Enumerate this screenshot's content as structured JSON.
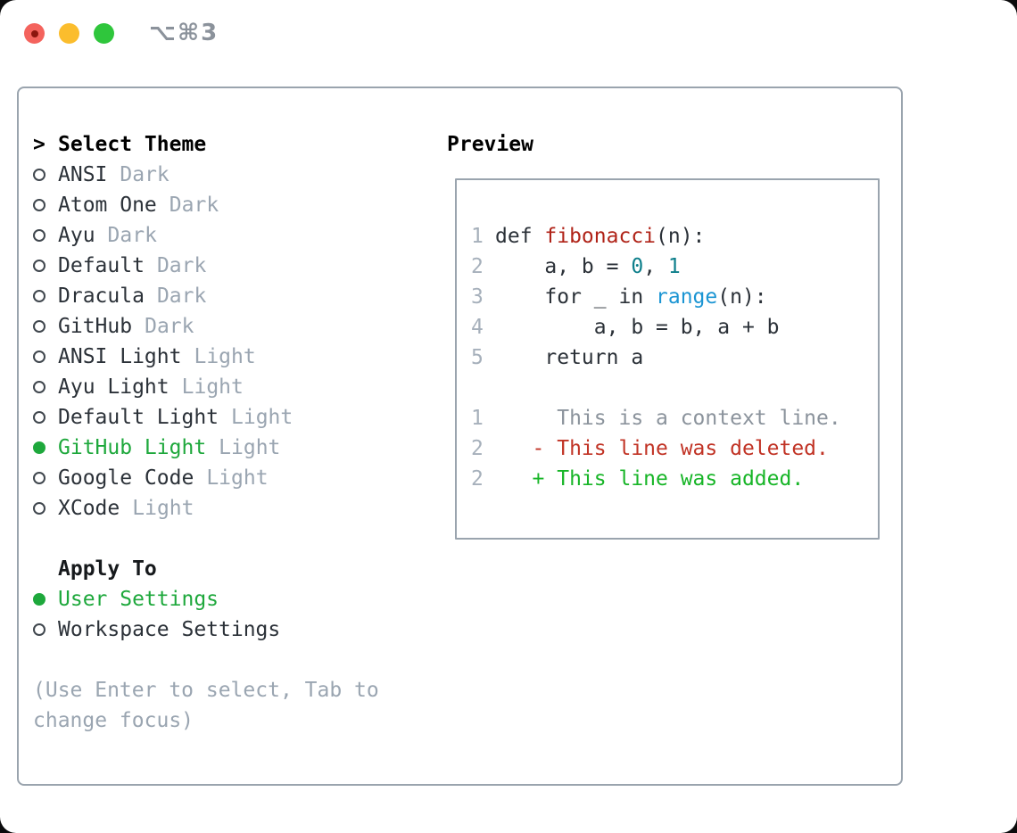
{
  "window": {
    "title": "⌥⌘3",
    "controls": [
      {
        "name": "close",
        "color": "#f4635d"
      },
      {
        "name": "minimize",
        "color": "#fbbd2d"
      },
      {
        "name": "zoom",
        "color": "#2fc63c"
      }
    ]
  },
  "theme_picker": {
    "header_prefix": ">",
    "header_label": "Select Theme",
    "items": [
      {
        "label": "ANSI",
        "tag": "Dark",
        "selected": false
      },
      {
        "label": "Atom One",
        "tag": "Dark",
        "selected": false
      },
      {
        "label": "Ayu",
        "tag": "Dark",
        "selected": false
      },
      {
        "label": "Default",
        "tag": "Dark",
        "selected": false
      },
      {
        "label": "Dracula",
        "tag": "Dark",
        "selected": false
      },
      {
        "label": "GitHub",
        "tag": "Dark",
        "selected": false
      },
      {
        "label": "ANSI Light",
        "tag": "Light",
        "selected": false
      },
      {
        "label": "Ayu Light",
        "tag": "Light",
        "selected": false
      },
      {
        "label": "Default Light",
        "tag": "Light",
        "selected": false
      },
      {
        "label": "GitHub Light",
        "tag": "Light",
        "selected": true
      },
      {
        "label": "Google Code",
        "tag": "Light",
        "selected": false
      },
      {
        "label": "XCode",
        "tag": "Light",
        "selected": false
      }
    ],
    "apply_to_label": "Apply To",
    "apply_options": [
      {
        "label": "User Settings",
        "selected": true
      },
      {
        "label": "Workspace Settings",
        "selected": false
      }
    ],
    "hint": "(Use Enter to select, Tab to change focus)"
  },
  "preview": {
    "label": "Preview",
    "code_lines": [
      {
        "no": "1",
        "tokens": [
          {
            "text": "def ",
            "type": "plain"
          },
          {
            "text": "fibonacci",
            "type": "function"
          },
          {
            "text": "(n):",
            "type": "plain"
          }
        ]
      },
      {
        "no": "2",
        "tokens": [
          {
            "text": "    a, b = ",
            "type": "plain"
          },
          {
            "text": "0",
            "type": "number"
          },
          {
            "text": ", ",
            "type": "plain"
          },
          {
            "text": "1",
            "type": "number"
          }
        ]
      },
      {
        "no": "3",
        "tokens": [
          {
            "text": "    for _ in ",
            "type": "plain"
          },
          {
            "text": "range",
            "type": "builtin"
          },
          {
            "text": "(n):",
            "type": "plain"
          }
        ]
      },
      {
        "no": "4",
        "tokens": [
          {
            "text": "        a, b = b, a + b",
            "type": "plain"
          }
        ]
      },
      {
        "no": "5",
        "tokens": [
          {
            "text": "    return a",
            "type": "plain"
          }
        ]
      }
    ],
    "diff_lines": [
      {
        "no": "1",
        "tokens": [
          {
            "text": "     This is a context line.",
            "type": "context"
          }
        ]
      },
      {
        "no": "2",
        "tokens": [
          {
            "text": "   - This line was deleted.",
            "type": "deleted"
          }
        ]
      },
      {
        "no": "2",
        "tokens": [
          {
            "text": "   + This line was added.",
            "type": "added"
          }
        ]
      }
    ]
  },
  "colors": {
    "selection_green": "#1ea83c",
    "added_green": "#17b527",
    "deleted_red": "#c13325",
    "function_red": "#b02318",
    "number_teal": "#0e7f8b",
    "builtin_blue": "#1b95d3",
    "muted_gray": "#9aa5b1",
    "border_gray": "#9aa4ae"
  }
}
